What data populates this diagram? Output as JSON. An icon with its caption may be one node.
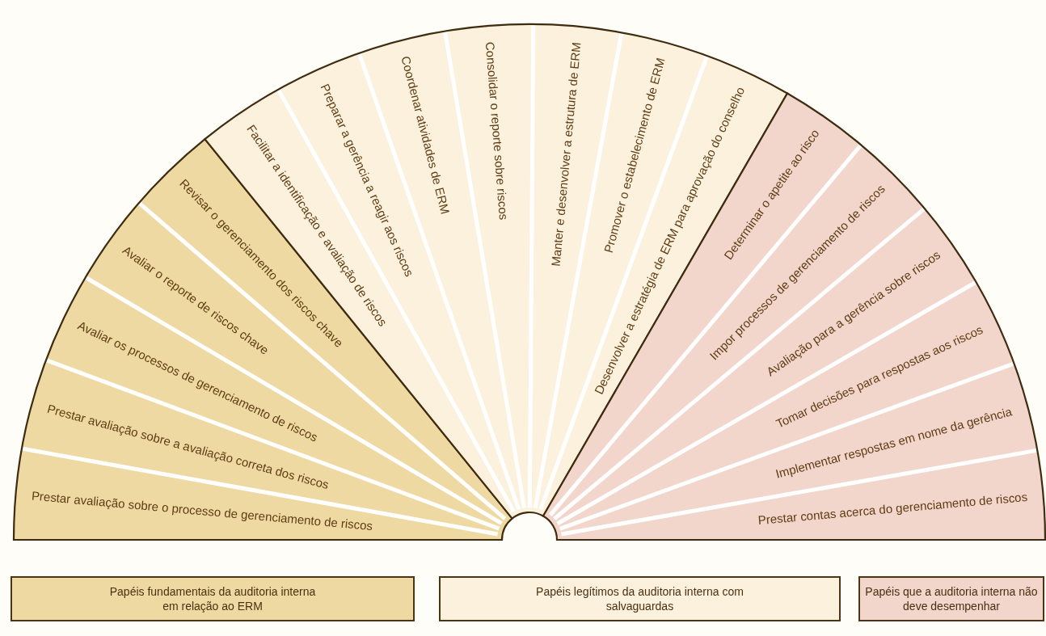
{
  "diagram": {
    "nodes": [
      {
        "text": [],
        "shape": "wedge"
      },
      {
        "text": [],
        "shape": "wedge"
      },
      {
        "text": [],
        "shape": "wedge"
      },
      {
        "text": [
          "Prestar avaliação sobre o processo de gerenciamento de riscos"
        ],
        "in": 0
      },
      {
        "text": [
          "Prestar avaliação sobre a avaliação correta dos riscos"
        ],
        "in": 0
      },
      {
        "text": [
          "Avaliar os processos de gerenciamento de riscos"
        ],
        "in": 0
      },
      {
        "text": [
          "Avaliar o reporte de riscos chave"
        ],
        "in": 0
      },
      {
        "text": [
          "Revisar o gerenciamento dos riscos chave"
        ],
        "in": 0
      },
      {
        "text": [
          "Facilitar a identificação e avaliação de riscos"
        ],
        "in": 1
      },
      {
        "text": [
          "Preparar a gerência a reagir aos riscos"
        ],
        "in": 1
      },
      {
        "text": [
          "Coordenar atividades de ERM"
        ],
        "in": 1
      },
      {
        "text": [
          "Consolidar o reporte sobre riscos"
        ],
        "in": 1
      },
      {
        "text": [
          "Manter e desenvolver a estrutura de ERM"
        ],
        "in": 1
      },
      {
        "text": [
          "Promover o estabelecimento de ERM"
        ],
        "in": 1
      },
      {
        "text": [
          "Desenvolver a estratégia de ERM para aprovação do conselho"
        ],
        "in": 1
      },
      {
        "text": [
          "Determinar o apetite ao risco"
        ],
        "in": 2
      },
      {
        "text": [
          "Impor processos de gerenciamento de riscos"
        ],
        "in": 2
      },
      {
        "text": [
          "Avaliação para a gerência sobre riscos"
        ],
        "in": 2
      },
      {
        "text": [
          "Tomar decisões para respostas aos riscos"
        ],
        "in": 2
      },
      {
        "text": [
          "Implementar respostas em nome da gerência"
        ],
        "in": 2
      },
      {
        "text": [
          "Prestar contas acerca do gerenciamento de riscos"
        ],
        "in": 2
      }
    ],
    "legend": [
      {
        "text": "Papéis fundamentais da auditoria interna em relação ao ERM",
        "color": "#efd9a2"
      },
      {
        "text": "Papéis legítimos da auditoria interna com salvaguardas",
        "color": "#fcf1dc"
      },
      {
        "text": "Papéis que a auditoria interna não deve desempenhar",
        "color": "#f2d5cb"
      }
    ]
  }
}
